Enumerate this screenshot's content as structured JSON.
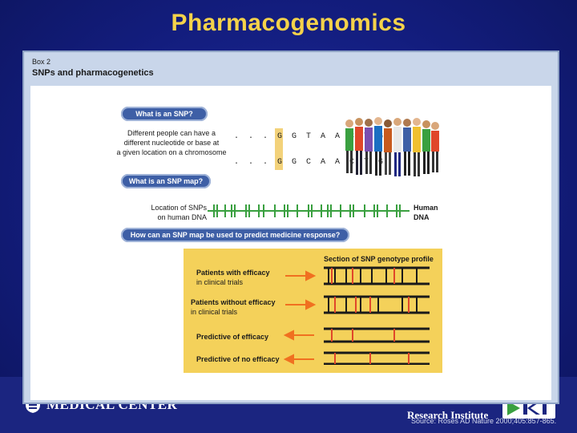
{
  "slide": {
    "title": "Pharmacogenomics",
    "source": "Source: Roses AD Nature 2000;405:857-865."
  },
  "figure": {
    "box_label": "Box 2",
    "box_title": "SNPs and pharmacogenetics",
    "q1": "What is an SNP?",
    "q1_desc": [
      "Different people can have a",
      "different nucleotide or base at",
      "a given location on a chromosome"
    ],
    "seq1": ". . . G G T A A C T G . . .",
    "seq2": ". . . G G C A A C T G . . .",
    "q2": "What is an SNP map?",
    "snp_location": [
      "Location of SNPs",
      "on human DNA"
    ],
    "human_dna": [
      "Human",
      "DNA"
    ],
    "q3": "How can an SNP map be used to predict medicine response?",
    "profile_title": "Section of SNP genotype profile",
    "rows": [
      {
        "label": "Patients with efficacy",
        "label2": "in clinical trials"
      },
      {
        "label": "Patients without efficacy",
        "label2": "in clinical trials"
      },
      {
        "label": "Predictive of efficacy",
        "label2": ""
      },
      {
        "label": "Predictive of no efficacy",
        "label2": ""
      }
    ]
  },
  "logos": {
    "medical_center": "MEDICAL CENTER",
    "research_institute": "Research Institute"
  },
  "colors": {
    "title": "#f4d24a",
    "background": "#131d7e",
    "pill": "#3e5fa6",
    "dna_line": "#3aa040",
    "arrow": "#f07020",
    "snp_mark": "#e0472a"
  }
}
